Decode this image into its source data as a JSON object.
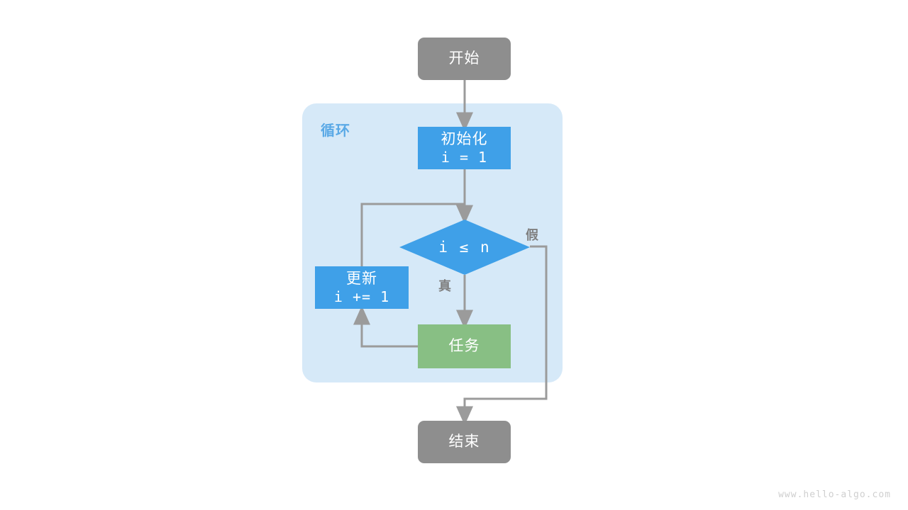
{
  "diagram": {
    "type": "flowchart",
    "loop": {
      "label": "循环",
      "color": "#5aa9e6",
      "background": "#d6e9f8"
    },
    "nodes": {
      "start": {
        "label": "开始",
        "shape": "rounded-terminal",
        "color": "#8e8e8e"
      },
      "init": {
        "label": "初始化",
        "code": "i = 1",
        "shape": "process",
        "color": "#3fa0e8"
      },
      "decision": {
        "label": "i ≤ n",
        "shape": "diamond",
        "color": "#3fa0e8"
      },
      "update": {
        "label": "更新",
        "code": "i += 1",
        "shape": "process",
        "color": "#3fa0e8"
      },
      "task": {
        "label": "任务",
        "shape": "process",
        "color": "#88bf84"
      },
      "end": {
        "label": "结束",
        "shape": "rounded-terminal",
        "color": "#8e8e8e"
      }
    },
    "branches": {
      "true_label": "真",
      "false_label": "假",
      "label_color": "#808080"
    },
    "edge_color": "#9b9b9b"
  },
  "watermark": {
    "text": "www.hello-algo.com"
  }
}
